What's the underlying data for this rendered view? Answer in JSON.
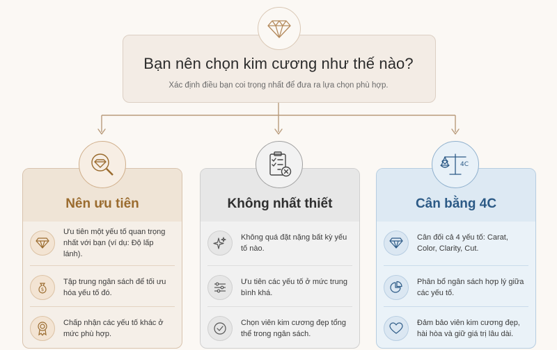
{
  "header": {
    "title": "Bạn nên chọn kim cương như thế nào?",
    "subtitle": "Xác định điều bạn coi trọng nhất để đưa ra lựa chọn phù hợp.",
    "icon": "diamond-icon"
  },
  "columns": [
    {
      "title": "Nên ưu tiên",
      "icon": "diamond-search-icon",
      "accent": "#9a6b2e",
      "items": [
        {
          "icon": "diamond-icon",
          "text": "Ưu tiên một yếu tố quan trọng nhất với bạn (ví dụ: Độ lấp lánh)."
        },
        {
          "icon": "money-bag-icon",
          "text": "Tập trung ngân sách để tối ưu hóa yếu tố đó."
        },
        {
          "icon": "award-ribbon-icon",
          "text": "Chấp nhận các yếu tố khác ở mức phù hợp."
        }
      ]
    },
    {
      "title": "Không nhất thiết",
      "icon": "checklist-x-icon",
      "accent": "#2f2f2f",
      "items": [
        {
          "icon": "sparkle-icon",
          "text": "Không quá đặt nặng bất kỳ yếu tố nào."
        },
        {
          "icon": "sliders-icon",
          "text": "Ưu tiên các yếu tố ở mức trung bình khá."
        },
        {
          "icon": "check-circle-icon",
          "text": "Chọn viên kim cương đẹp tổng thể trong ngân sách."
        }
      ]
    },
    {
      "title": "Cân bằng 4C",
      "icon": "balance-scale-icon",
      "icon_label": "4C",
      "accent": "#2c5a86",
      "items": [
        {
          "icon": "diamond-icon",
          "text": "Cân đối cả 4 yếu tố: Carat, Color, Clarity, Cut."
        },
        {
          "icon": "pie-chart-icon",
          "text": "Phân bổ ngân sách hợp lý giữa các yếu tố."
        },
        {
          "icon": "heart-icon",
          "text": "Đảm bảo viên kim cương đẹp, hài hòa và giữ giá trị lâu dài."
        }
      ]
    }
  ]
}
